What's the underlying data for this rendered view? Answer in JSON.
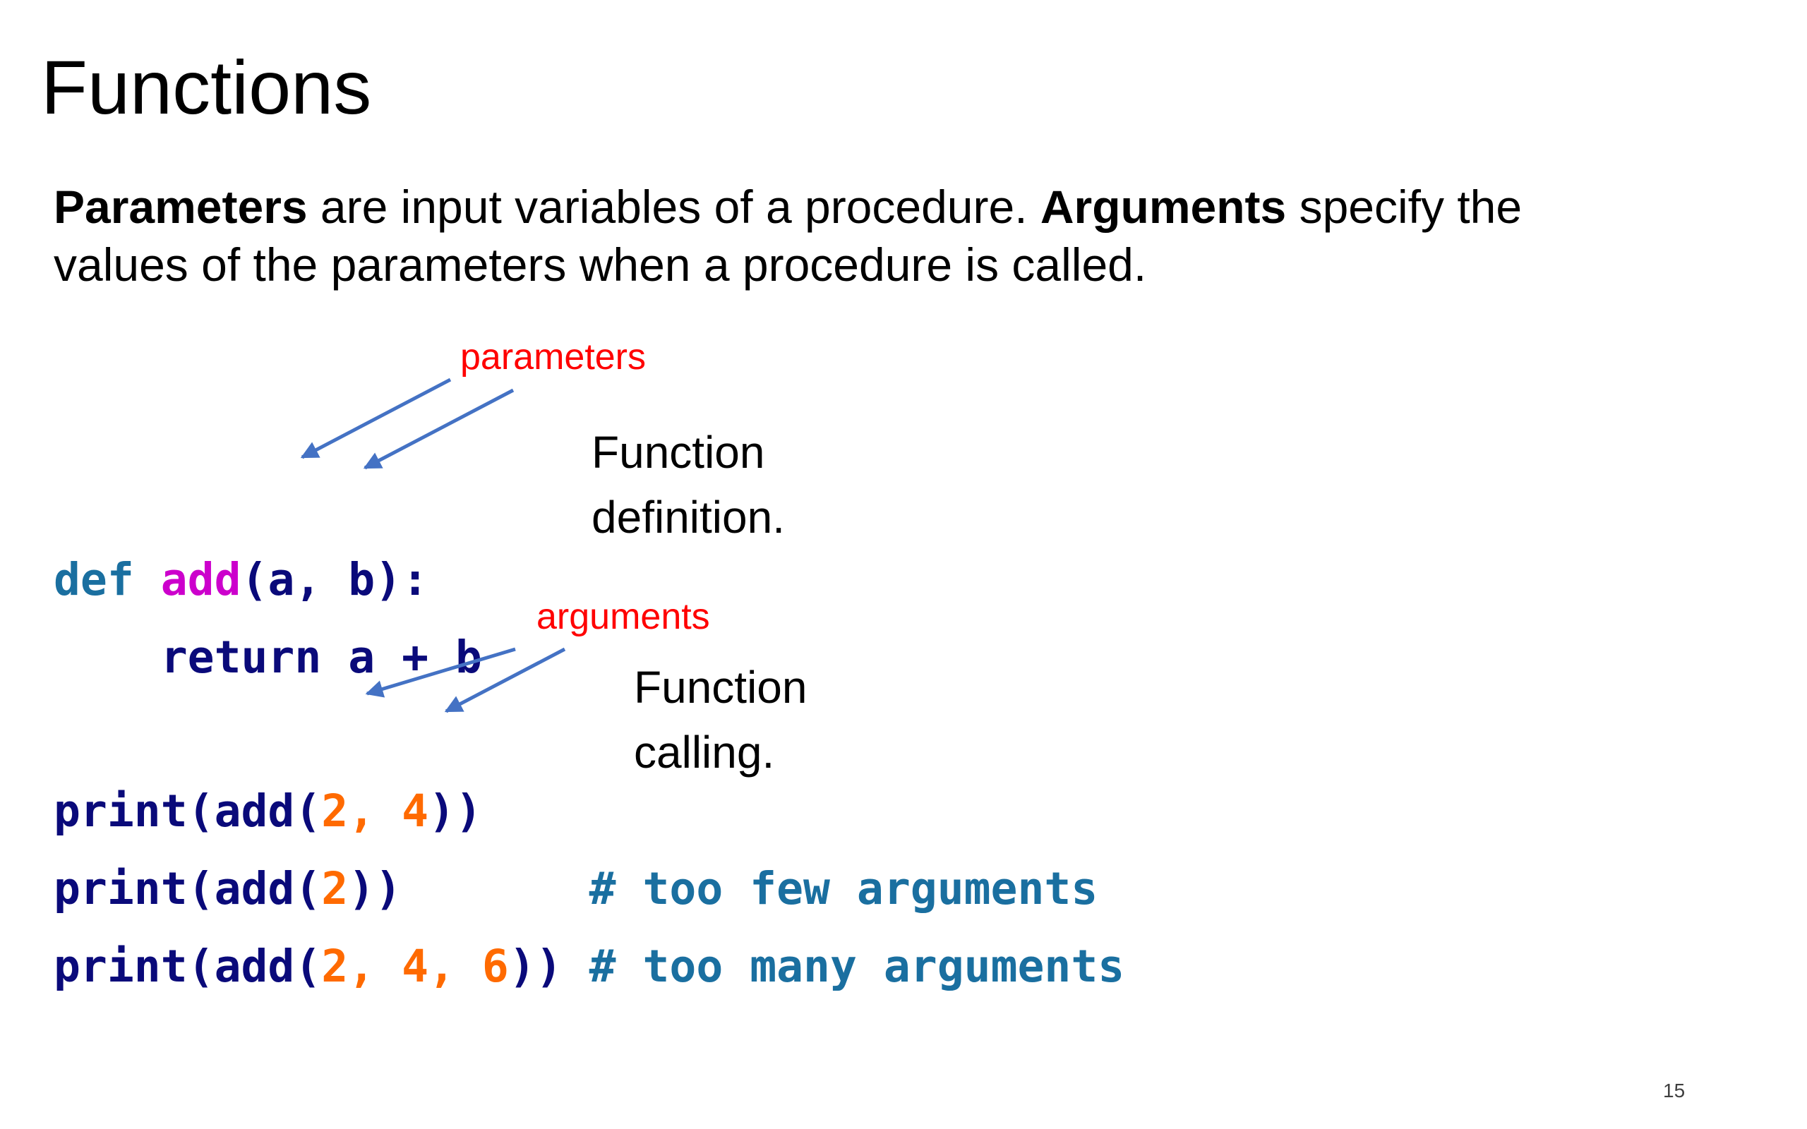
{
  "slide": {
    "title": "Functions",
    "intro": {
      "term1": "Parameters",
      "text1": " are input variables of a procedure. ",
      "term2": "Arguments",
      "text2": " specify the",
      "line2": "values of the parameters when a procedure is called."
    },
    "labels": {
      "parameters": "parameters",
      "arguments": "arguments"
    },
    "annotations": {
      "definition_line1": "Function",
      "definition_line2": "definition.",
      "calling_line1": "Function",
      "calling_line2": "calling."
    },
    "code": {
      "line1": {
        "kw": "def",
        "sp": " ",
        "name": "add",
        "params": "(a, b):"
      },
      "line2": {
        "indent": "    ",
        "stmt": "return a + b"
      },
      "line3": {
        "pre": "print(add(",
        "n1": "2",
        "sep1": ", ",
        "n2": "4",
        "post": "))"
      },
      "line4": {
        "pre": "print(add(",
        "n1": "2",
        "post": "))",
        "gap": "       ",
        "comment": "# too few arguments"
      },
      "line5": {
        "pre": "print(add(",
        "n1": "2",
        "sep1": ", ",
        "n2": "4",
        "sep2": ", ",
        "n3": "6",
        "post": "))",
        "gap": " ",
        "comment": "# too many arguments"
      }
    },
    "page_number": "15",
    "colors": {
      "label_red": "#ff0000",
      "arrow_blue": "#4472c4",
      "keyword_blue": "#1a6fa0",
      "function_magenta": "#cc00cc",
      "number_orange": "#ff6a00",
      "code_navy": "#0a0a7a"
    }
  }
}
